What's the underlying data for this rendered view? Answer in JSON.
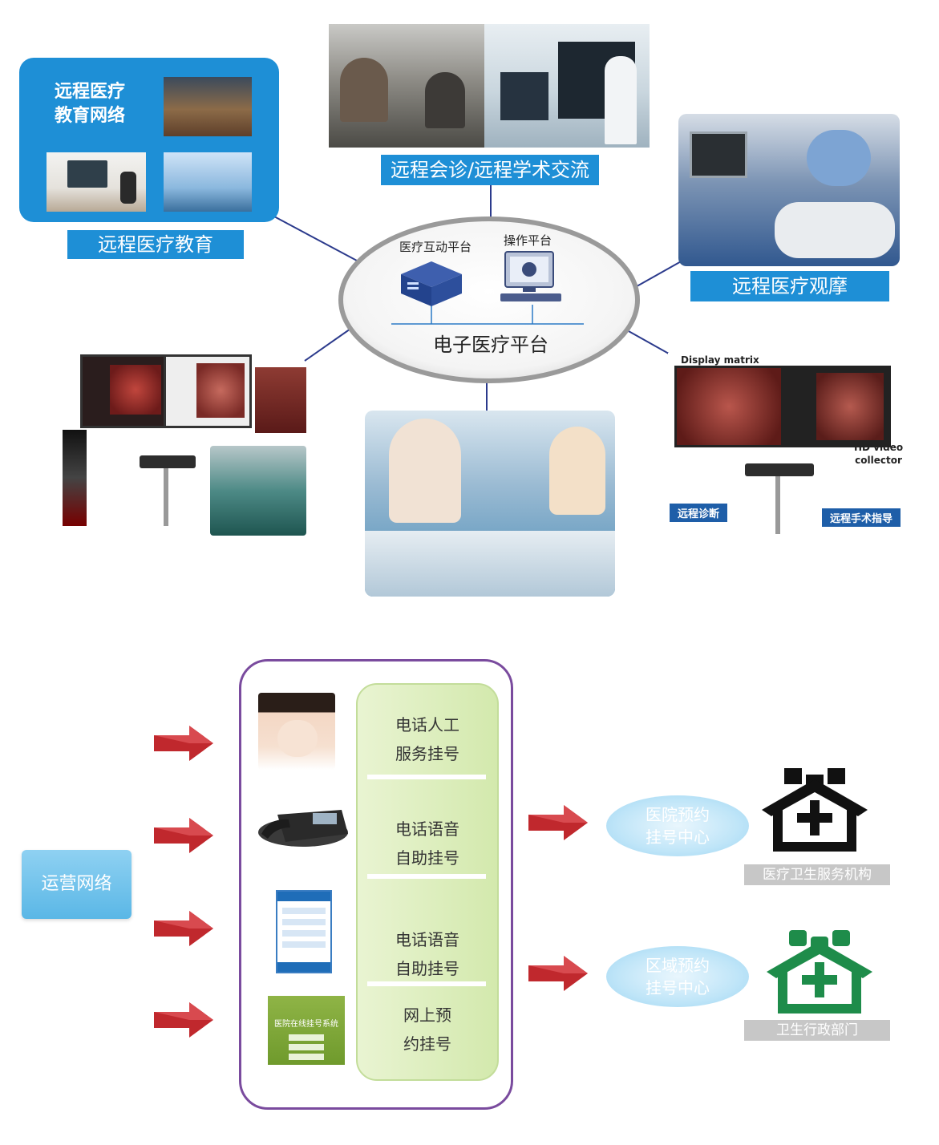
{
  "top": {
    "hub": {
      "title": "电子医疗平台",
      "interactive_label": "医疗互动平台",
      "operation_label": "操作平台"
    },
    "edu_panel": {
      "title_line1": "远程医疗",
      "title_line2": "教育网络",
      "caption": "远程医疗教育"
    },
    "consult_caption": "远程会诊/远程学术交流",
    "observe_caption": "远程医疗观摩",
    "surgery_panel": {
      "display_matrix": "Display matrix",
      "hd_line1": "HD video",
      "hd_line2": "collector",
      "remote_diagnosis": "远程诊断",
      "remote_surgery": "远程手术指导"
    }
  },
  "bottom": {
    "network_label": "运营网络",
    "services": [
      {
        "line1": "电话人工",
        "line2": "服务挂号"
      },
      {
        "line1": "电话语音",
        "line2": "自助挂号"
      },
      {
        "line1": "电话语音",
        "line2": "自助挂号"
      },
      {
        "line1": "网上预",
        "line2": "约挂号"
      }
    ],
    "centers": [
      {
        "line1": "医院预约",
        "line2": "挂号中心",
        "org": "医疗卫生服务机构",
        "color": "#111111"
      },
      {
        "line1": "区域预约",
        "line2": "挂号中心",
        "org": "卫生行政部门",
        "color": "#1e8c4a"
      }
    ],
    "web_title": "医院在线挂号系统"
  },
  "colors": {
    "accent_blue": "#1e8fd6",
    "arrow_red": "#c0282d",
    "frame_purple": "#7a4b9e",
    "panel_green": "#d9ecb4"
  }
}
